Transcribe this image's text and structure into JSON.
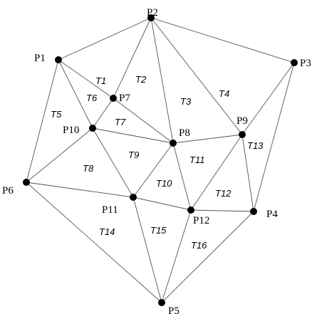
{
  "diagram": {
    "points": [
      {
        "id": "P1",
        "label": "P1"
      },
      {
        "id": "P2",
        "label": "P2"
      },
      {
        "id": "P3",
        "label": "P3"
      },
      {
        "id": "P4",
        "label": "P4"
      },
      {
        "id": "P5",
        "label": "P5"
      },
      {
        "id": "P6",
        "label": "P6"
      },
      {
        "id": "P7",
        "label": "P7"
      },
      {
        "id": "P8",
        "label": "P8"
      },
      {
        "id": "P9",
        "label": "P9"
      },
      {
        "id": "P10",
        "label": "P10"
      },
      {
        "id": "P11",
        "label": "P11"
      },
      {
        "id": "P12",
        "label": "P12"
      }
    ],
    "triangles": [
      {
        "id": "T1",
        "label": "T1",
        "vertices": [
          "P1",
          "P2",
          "P7"
        ]
      },
      {
        "id": "T2",
        "label": "T2",
        "vertices": [
          "P2",
          "P7",
          "P8"
        ]
      },
      {
        "id": "T3",
        "label": "T3",
        "vertices": [
          "P2",
          "P8",
          "P9"
        ]
      },
      {
        "id": "T4",
        "label": "T4",
        "vertices": [
          "P2",
          "P3",
          "P9"
        ]
      },
      {
        "id": "T5",
        "label": "T5",
        "vertices": [
          "P1",
          "P6",
          "P10"
        ]
      },
      {
        "id": "T6",
        "label": "T6",
        "vertices": [
          "P1",
          "P7",
          "P10"
        ]
      },
      {
        "id": "T7",
        "label": "T7",
        "vertices": [
          "P7",
          "P8",
          "P10"
        ]
      },
      {
        "id": "T8",
        "label": "T8",
        "vertices": [
          "P6",
          "P10",
          "P11"
        ]
      },
      {
        "id": "T9",
        "label": "T9",
        "vertices": [
          "P8",
          "P10",
          "P11"
        ]
      },
      {
        "id": "T10",
        "label": "T10",
        "vertices": [
          "P8",
          "P11",
          "P12"
        ]
      },
      {
        "id": "T11",
        "label": "T11",
        "vertices": [
          "P8",
          "P9",
          "P12"
        ]
      },
      {
        "id": "T12",
        "label": "T12",
        "vertices": [
          "P9",
          "P12",
          "P4"
        ]
      },
      {
        "id": "T13",
        "label": "T13",
        "vertices": [
          "P3",
          "P9",
          "P4"
        ]
      },
      {
        "id": "T14",
        "label": "T14",
        "vertices": [
          "P6",
          "P11",
          "P5"
        ]
      },
      {
        "id": "T15",
        "label": "T15",
        "vertices": [
          "P11",
          "P12",
          "P5"
        ]
      },
      {
        "id": "T16",
        "label": "T16",
        "vertices": [
          "P12",
          "P4",
          "P5"
        ]
      }
    ]
  }
}
